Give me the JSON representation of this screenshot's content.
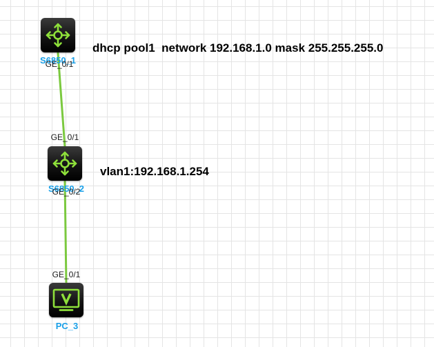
{
  "devices": [
    {
      "id": "s6850_1",
      "name": "S6850_1",
      "type": "switch"
    },
    {
      "id": "s6850_2",
      "name": "S6850_2",
      "type": "switch"
    },
    {
      "id": "pc_3",
      "name": "PC_3",
      "type": "pc"
    }
  ],
  "ports": {
    "s6850_1_down": "GE_0/1",
    "s6850_2_up": "GE_0/1",
    "s6850_2_down": "GE_0/2",
    "pc_3_up": "GE_0/1"
  },
  "notes": {
    "dhcp_pool": "dhcp pool1  network 192.168.1.0 mask 255.255.255.0",
    "vlan1": "vlan1:192.168.1.254"
  },
  "links": [
    {
      "from": "S6850_1",
      "from_port": "GE_0/1",
      "to": "S6850_2",
      "to_port": "GE_0/1"
    },
    {
      "from": "S6850_2",
      "from_port": "GE_0/2",
      "to": "PC_3",
      "to_port": "GE_0/1"
    }
  ],
  "colors": {
    "link": "#7bc93f",
    "device_label": "#1aa0e8",
    "device_icon": "#8ee03a",
    "grid": "#e4e4e4"
  },
  "icons": {
    "switch": "four-way-arrows-icon",
    "pc": "monitor-icon"
  }
}
